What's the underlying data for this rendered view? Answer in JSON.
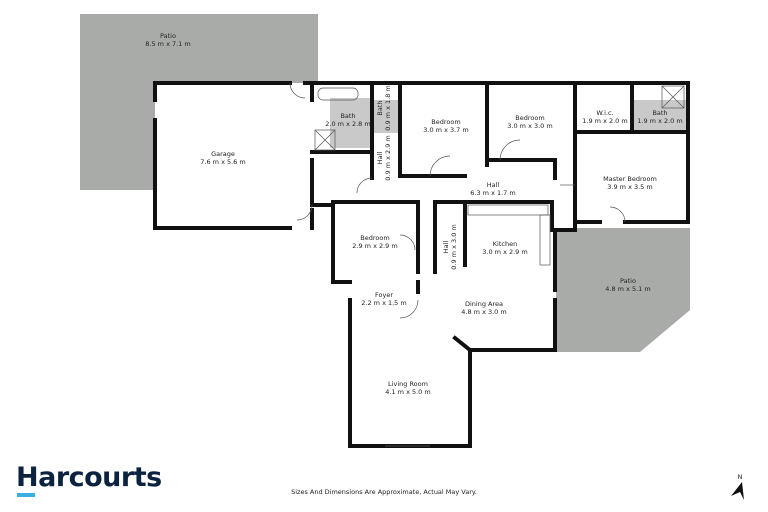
{
  "rooms": [
    {
      "name": "Patio",
      "size": "8.5 m x 7.1 m"
    },
    {
      "name": "Garage",
      "size": "7.6 m x 5.6 m"
    },
    {
      "name": "Bath",
      "size": "2.0 m x 2.8 m"
    },
    {
      "name": "Bath",
      "size": "0.9 m x 1.8 m"
    },
    {
      "name": "Hall",
      "size": "0.9 m x 2.9 m"
    },
    {
      "name": "Bedroom",
      "size": "3.0 m x 3.7 m"
    },
    {
      "name": "Bedroom",
      "size": "3.0 m x 3.0 m"
    },
    {
      "name": "W.i.c.",
      "size": "1.9 m x 2.0 m"
    },
    {
      "name": "Bath",
      "size": "1.9 m x 2.0 m"
    },
    {
      "name": "Master Bedroom",
      "size": "3.9 m x 3.5 m"
    },
    {
      "name": "Hall",
      "size": "6.3 m x 1.7 m"
    },
    {
      "name": "Bedroom",
      "size": "2.9 m x 2.9 m"
    },
    {
      "name": "Hall",
      "size": "0.9 m x 3.0 m"
    },
    {
      "name": "Kitchen",
      "size": "3.0 m x 2.9 m"
    },
    {
      "name": "Patio",
      "size": "4.8 m x 5.1 m"
    },
    {
      "name": "Foyer",
      "size": "2.2 m x 1.5 m"
    },
    {
      "name": "Dining Area",
      "size": "4.8 m x 3.0 m"
    },
    {
      "name": "Living Room",
      "size": "4.1 m x 5.0 m"
    }
  ],
  "brand": {
    "logo_text": "Harcourts",
    "logo_color": "#0c2340",
    "accent": "#3ab0e2"
  },
  "disclaimer": "Sizes And Dimensions Are Approximate, Actual May Vary.",
  "north_label": "N",
  "colors": {
    "patio": "#a9aba9",
    "wet_area": "#c9c9c9",
    "wall": "#111111"
  }
}
